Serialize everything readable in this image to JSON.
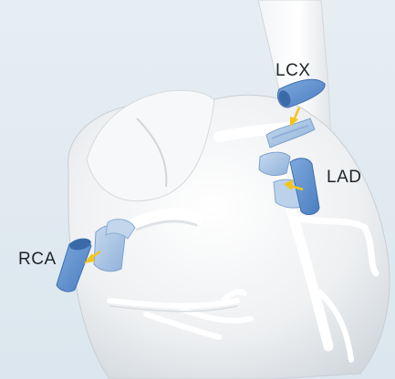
{
  "labels": {
    "lcx": "LCX",
    "lad": "LAD",
    "rca": "RCA"
  },
  "colors": {
    "background": "#e2ebf1",
    "heart": "#f4f5f6",
    "graft": "#5b8fd0",
    "cuff": "#a9c5e3",
    "arrow": "#f3c51c",
    "label": "#1f2428"
  },
  "icons": {
    "arrow": "yellow-arrow-icon",
    "graft": "blue-graft-tube"
  }
}
